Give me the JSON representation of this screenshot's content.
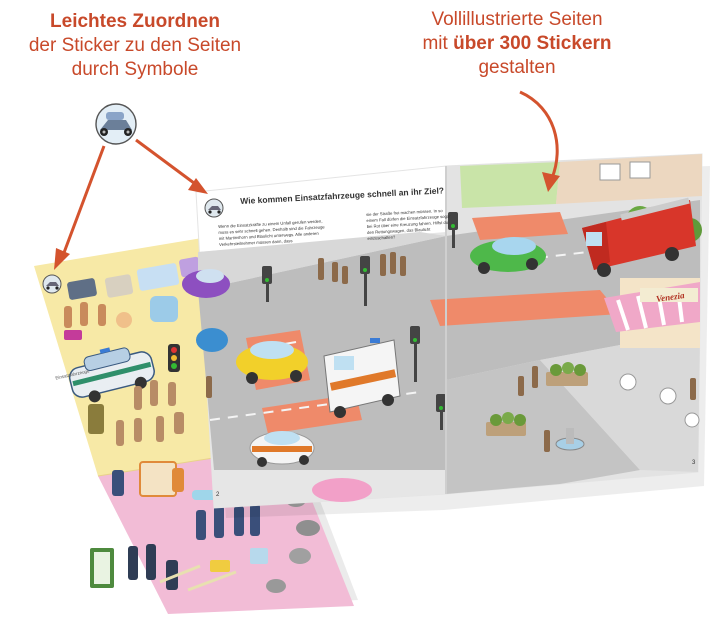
{
  "captions": {
    "left": {
      "bold": "Leichtes Zuordnen",
      "line2": "der Sticker zu den Seiten",
      "line3": "durch Symbole"
    },
    "right": {
      "line1": "Vollillustrierte Seiten",
      "line2_prefix": "mit ",
      "line2_bold": "über 300 Stickern",
      "line3": "gestalten"
    }
  },
  "book": {
    "heading": "Wie kommen Einsatzfahrzeuge schnell an ihr Ziel?",
    "body_left": "Wenn die Einsatzkräfte zu einem Unfall gerufen werden, muss es sehr schnell gehen. Deshalb sind die Fahrzeuge mit Martinshorn und Blaulicht unterwegs. Alle anderen Verkehrsteilnehmer müssen dann, dass",
    "body_right": "sie der Straße frei machen müssen. In so einem Fall dürfen die Einsatzfahrzeuge sogar bei Rot über eine Kreuzung fahren. Hilfst du den Rettungswagen, das Blaulicht einzuschalten?",
    "page_left": "2",
    "page_right": "3",
    "cafe_sign": "Venezia"
  },
  "sticker_sheet": {
    "label": "Einsatzfahrzeuge"
  },
  "colors": {
    "caption": "#c8492a",
    "arrow": "#d4532e",
    "sheet_yellow": "#f7e9a6",
    "sheet_pink": "#f2bcd6",
    "road": "#bdbdbd",
    "crossing": "#ef8a6a"
  }
}
